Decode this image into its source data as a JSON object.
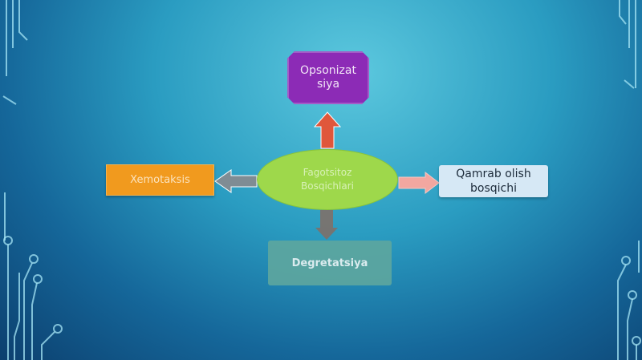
{
  "diagram": {
    "center_label": "Fagotsitoz Bosqichlari",
    "top_label": "Opsonizat siya",
    "left_label": "Xemotaksis",
    "right_label": "Qamrab olish bosqichi",
    "bottom_label": "Degretatsiya"
  },
  "colors": {
    "top_node": "#8c2bb6",
    "left_node": "#f19a1e",
    "center_node": "#9ed84b",
    "right_node": "#d6e8f5",
    "bottom_node": "#5ea79f",
    "arrow_up": "#e0573b",
    "arrow_left": "#7f8c94",
    "arrow_right": "#f2a7a0",
    "arrow_down": "#8a6a5e"
  }
}
